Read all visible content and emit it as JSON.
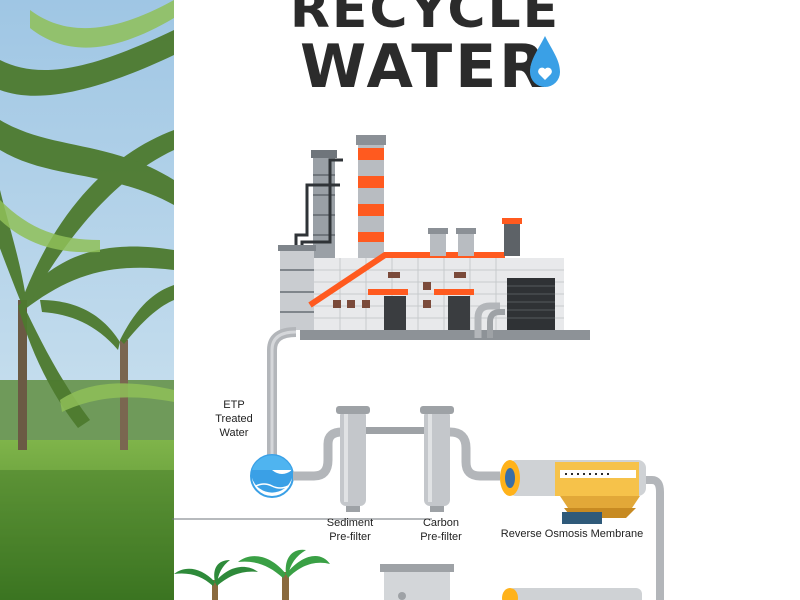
{
  "title": {
    "line1": "RECYCLE",
    "line2": "WATER"
  },
  "labels": {
    "etp": "ETP\nTreated\nWater",
    "sediment": "Sediment\nPre-filter",
    "carbon": "Carbon\nPre-filter",
    "ro": "Reverse Osmosis Membrane"
  },
  "icons": {
    "drop": "water-drop-heart-icon",
    "factory": "factory-icon",
    "palm": "palm-tree-icon"
  },
  "colors": {
    "accent_orange": "#ff5a1f",
    "water_blue": "#3aa0e6",
    "pipe_grey": "#b3b6ba",
    "text_dark": "#2b2b2b"
  }
}
